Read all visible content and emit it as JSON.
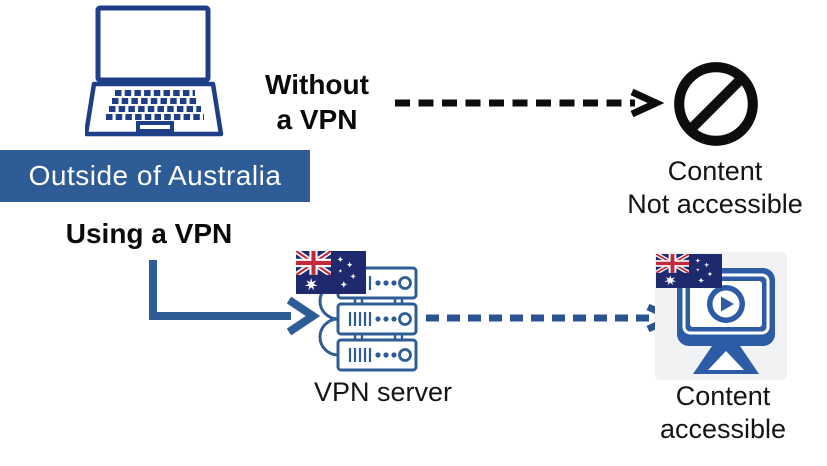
{
  "colors": {
    "banner_bg": "#2e5c96",
    "banner_text": "#ffffff",
    "laptop_blue": "#1e3f87",
    "arrow_blue": "#2e5c96",
    "dash_blue": "#2a5491",
    "monitor_blue": "#2d5ba5",
    "ink": "#0d0d0d",
    "flag_navy": "#1e2a6d",
    "flag_red": "#c3293a",
    "flag_white": "#ffffff",
    "icon_bg": "#f1f2f3"
  },
  "banner": {
    "label": "Outside of Australia"
  },
  "paths": {
    "without_vpn": {
      "line1": "Without",
      "line2": "a VPN",
      "result_line1": "Content",
      "result_line2": "Not accessible"
    },
    "with_vpn": {
      "label": "Using a VPN",
      "server_label": "VPN server",
      "result_line1": "Content",
      "result_line2": "accessible"
    }
  },
  "icons": {
    "laptop": "laptop-outline",
    "blocked": "prohibition-circle-slash",
    "australia_flag": "australian-flag",
    "vpn_server": "server-stack",
    "content_monitor": "monitor-with-play-button"
  }
}
